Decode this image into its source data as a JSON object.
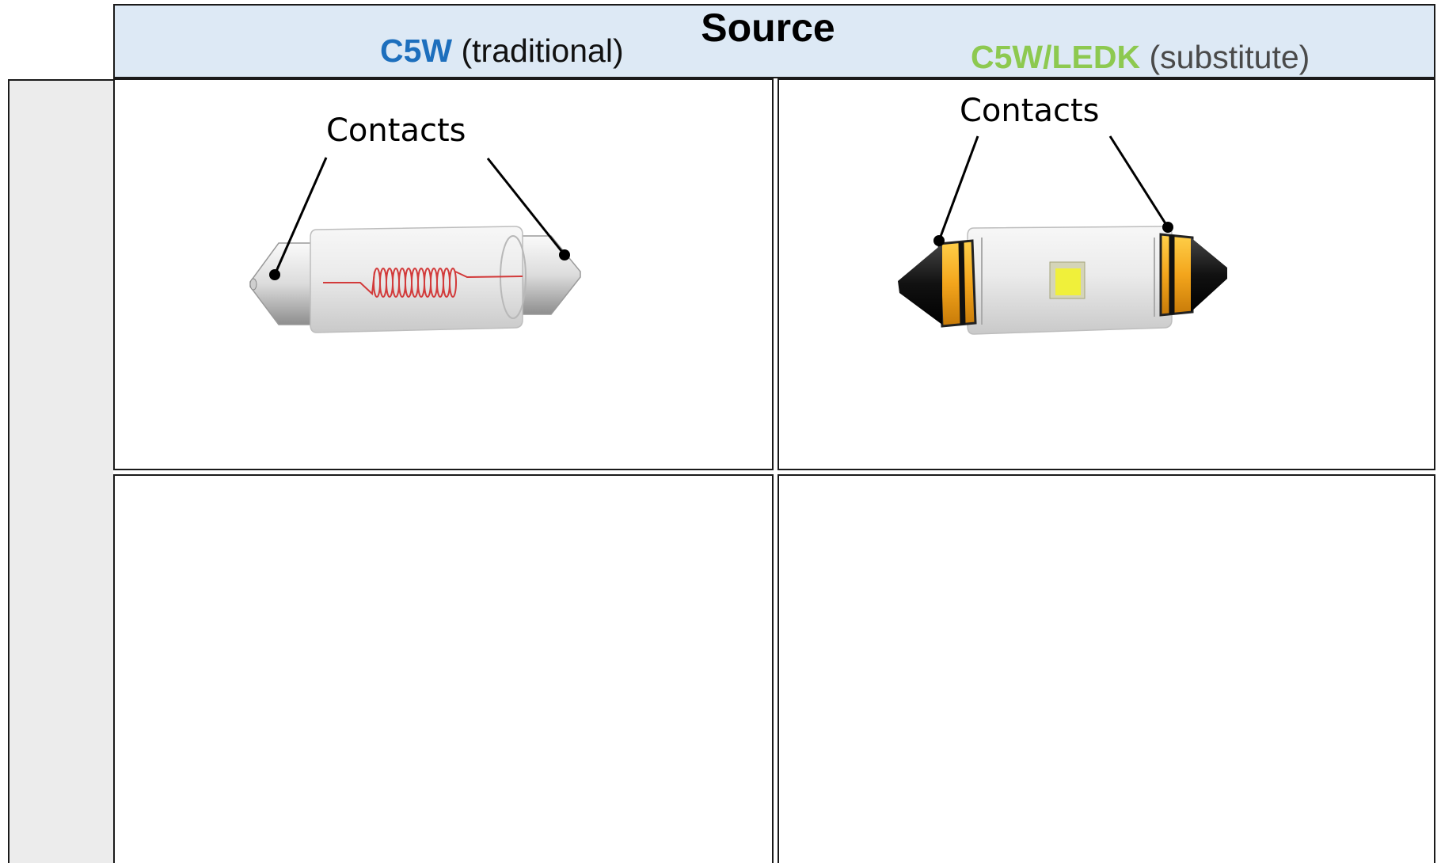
{
  "header": {
    "title": "Source"
  },
  "columns": [
    {
      "code": "C5W",
      "qualifier": "(traditional)",
      "code_color": "#1d6fbd"
    },
    {
      "code": "C5W/LEDK",
      "qualifier": "(substitute)",
      "code_color": "#8dc950"
    }
  ],
  "callouts": {
    "left": "Contacts",
    "right": "Contacts"
  },
  "icons": {
    "left_bulb": "incandescent-festoon-bulb-icon",
    "right_bulb": "led-festoon-bulb-icon"
  },
  "colors": {
    "header_band": "#dde9f5",
    "side_panel": "#ececec",
    "filament": "#d23a3a",
    "led_chip": "#f0f03a",
    "led_band": "#f3a51c"
  }
}
